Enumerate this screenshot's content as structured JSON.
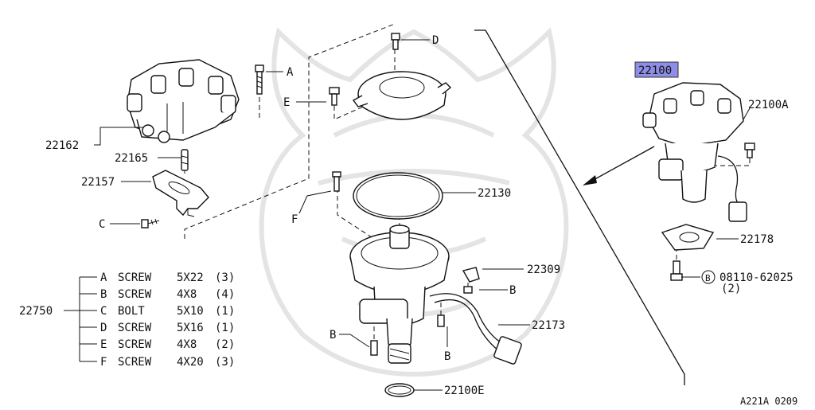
{
  "diagram": {
    "main_part": "22100",
    "main_part_highlight_color": "#8e8ee6",
    "part_numbers": {
      "cap": "22162",
      "cap_screw": "22165",
      "rotor": "22157",
      "seal_cover": "22130",
      "bracket": "22309",
      "harness": "22173",
      "o_ring": "22100E",
      "screw_kit": "22750",
      "main_screw": "22100A",
      "gasket": "22178",
      "bolt": "08110-62025",
      "bolt_qty": "(2)",
      "bolt_circle_letter": "B"
    },
    "callout_letters": {
      "a": "A",
      "b": "B",
      "c": "C",
      "d": "D",
      "e": "E",
      "f": "F"
    },
    "screw_kit_items": [
      {
        "letter": "A",
        "name": "SCREW",
        "size": "5X22",
        "qty": "(3)"
      },
      {
        "letter": "B",
        "name": "SCREW",
        "size": "4X8",
        "qty": "(4)"
      },
      {
        "letter": "C",
        "name": "BOLT",
        "size": "5X10",
        "qty": "(1)"
      },
      {
        "letter": "D",
        "name": "SCREW",
        "size": "5X16",
        "qty": "(1)"
      },
      {
        "letter": "E",
        "name": "SCREW",
        "size": "4X8",
        "qty": "(2)"
      },
      {
        "letter": "F",
        "name": "SCREW",
        "size": "4X20",
        "qty": "(3)"
      }
    ],
    "figure_code": "A221A 0209"
  }
}
